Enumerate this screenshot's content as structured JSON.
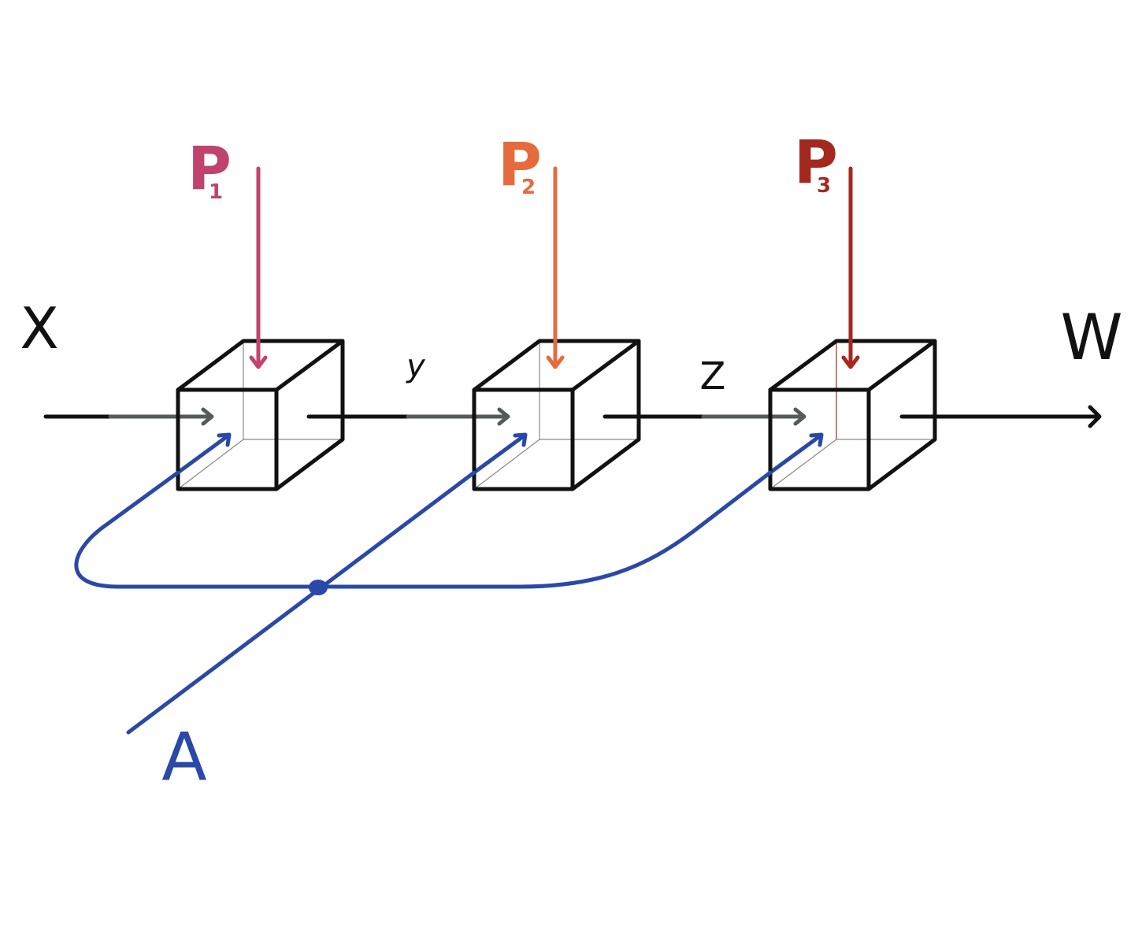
{
  "labels": {
    "input": "X",
    "intermediate_1": "y",
    "intermediate_2": "Z",
    "output": "W",
    "shared_input": "A",
    "p1_main": "P",
    "p1_sub": "1",
    "p2_main": "P",
    "p2_sub": "2",
    "p3_main": "P",
    "p3_sub": "3"
  },
  "colors": {
    "p1": "#c0436f",
    "p2": "#e56b3f",
    "p3": "#a5281f",
    "shared": "#2a48a8",
    "flow": "#111111"
  }
}
